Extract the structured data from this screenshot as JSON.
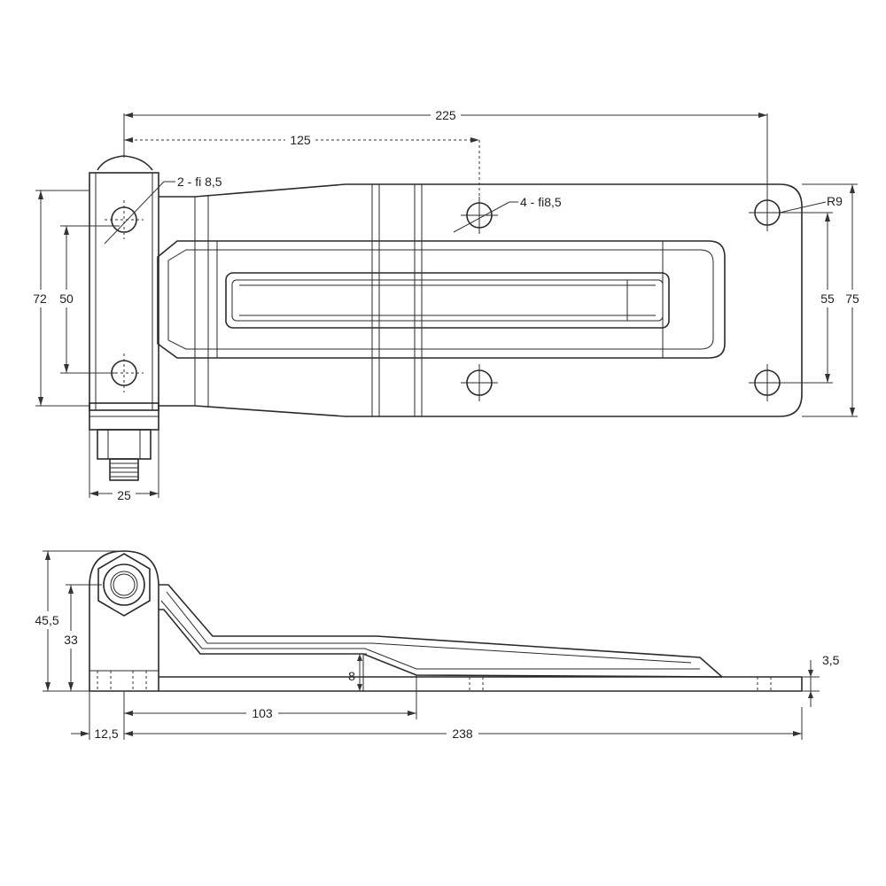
{
  "top_view": {
    "dim_overall_length": "225",
    "dim_hole_spacing": "125",
    "callout_pin_holes": "2 - fi 8,5",
    "callout_mount_holes": "4 - fi8,5",
    "callout_radius": "R9",
    "dim_height_72": "72",
    "dim_height_50": "50",
    "dim_height_55": "55",
    "dim_height_75": "75",
    "dim_width_25": "25"
  },
  "side_view": {
    "dim_height_45_5": "45,5",
    "dim_height_33": "33",
    "dim_offset_8": "8",
    "dim_length_103": "103",
    "dim_width_12_5": "12,5",
    "dim_length_238": "238",
    "dim_thickness_3_5": "3,5"
  }
}
